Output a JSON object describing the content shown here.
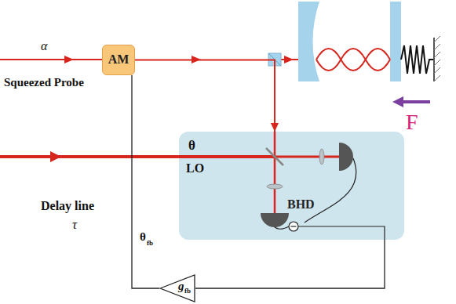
{
  "diagram": {
    "nodes": [
      {
        "text": [
          "AM"
        ]
      },
      {
        "text": [
          "BHD"
        ]
      },
      {
        "text": [
          "g",
          "fb"
        ]
      }
    ],
    "edges": [
      {
        "from": 0,
        "to": 1,
        "arrow": "to"
      },
      {
        "from": 1,
        "to": 2,
        "arrow": "none"
      },
      {
        "from": 2,
        "to": 0,
        "arrow": "none"
      }
    ],
    "labels": [
      "α",
      "Squeezed Probe",
      "θ",
      "LO",
      "Delay line",
      "τ",
      "θ",
      "fb",
      "F"
    ]
  }
}
